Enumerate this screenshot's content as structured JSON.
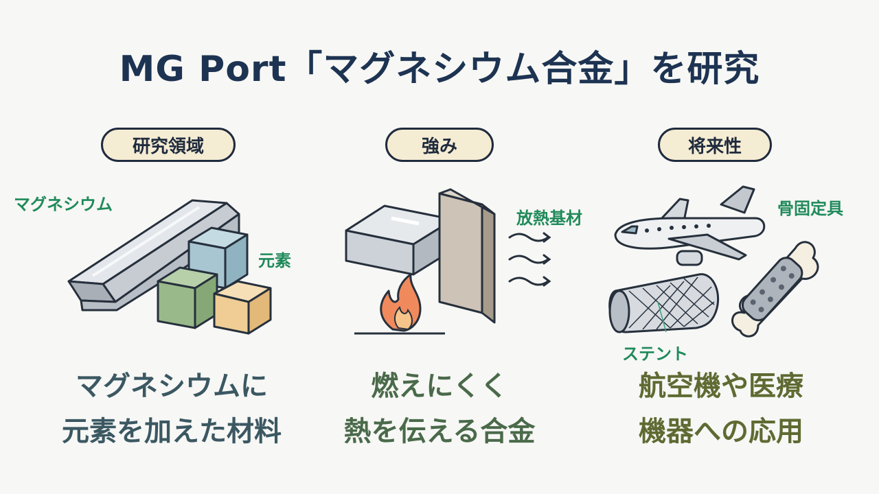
{
  "title": "MG Port「マグネシウム合金」を研究",
  "sections": [
    {
      "heading": "研究領域",
      "labels": [
        "マグネシウム",
        "元素"
      ],
      "caption": [
        "マグネシウムに",
        "元素を加えた材料"
      ]
    },
    {
      "heading": "強み",
      "labels": [
        "放熱基材"
      ],
      "caption": [
        "燃えにくく",
        "熱を伝える合金"
      ]
    },
    {
      "heading": "将来性",
      "labels": [
        "骨固定具",
        "ステント"
      ],
      "caption": [
        "航空機や医療",
        "機器への応用"
      ]
    }
  ],
  "colors": {
    "title": "#1d3352",
    "label_green": "#1f8a5a",
    "caption_1": "#3b5862",
    "caption_2": "#4a6a4a",
    "caption_3": "#5e6a32",
    "pill_fill": "#f5ecd4"
  },
  "icons": [
    "magnesium-ingot-icon",
    "element-cubes-icon",
    "metal-block-icon",
    "fire-icon",
    "heat-plate-icon",
    "heat-wave-icon",
    "airplane-icon",
    "stent-icon",
    "bone-plate-icon"
  ]
}
